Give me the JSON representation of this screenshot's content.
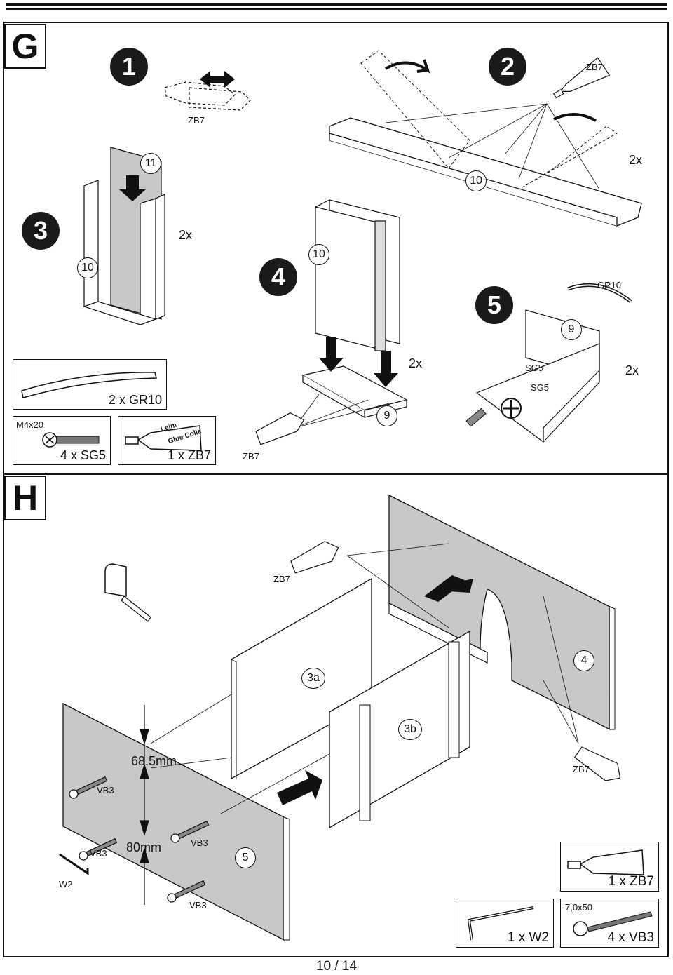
{
  "page_number": "10 / 14",
  "section_g": {
    "letter": "G",
    "steps": [
      "1",
      "2",
      "3",
      "4",
      "5"
    ],
    "parts": {
      "p10": "10",
      "p11": "11",
      "p9": "9"
    },
    "quantities": {
      "twox": "2x"
    },
    "labels": {
      "zb7": "ZB7",
      "gr10": "GR10",
      "sg5": "SG5"
    },
    "tube_text": [
      "Leim",
      "Glue Colle"
    ],
    "hardware": {
      "handle_caption": "2 x GR10",
      "screw_size": "M4x20",
      "screw_caption": "4 x SG5",
      "glue_caption": "1 x ZB7"
    }
  },
  "section_h": {
    "letter": "H",
    "parts": {
      "p4": "4",
      "p3a": "3a",
      "p3b": "3b",
      "p5": "5"
    },
    "labels": {
      "zb7": "ZB7",
      "vb3": "VB3",
      "w2": "W2"
    },
    "dimensions": {
      "top": "68.5mm",
      "bottom": "80mm"
    },
    "hardware": {
      "glue_caption": "1 x ZB7",
      "wrench_caption": "1 x W2",
      "screw_size": "7,0x50",
      "screw_caption": "4 x VB3"
    }
  }
}
